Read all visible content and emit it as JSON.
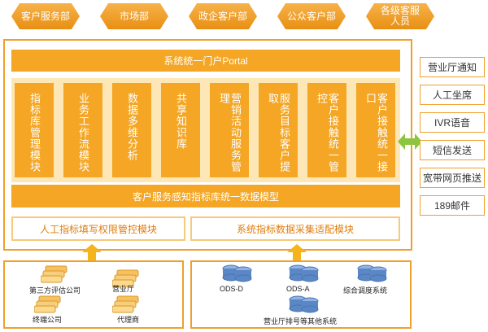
{
  "departments": [
    "客户服务部",
    "市场部",
    "政企客户部",
    "公众客户部",
    "各级客服人员"
  ],
  "portal": "系统统一门户Portal",
  "modules": [
    "指标库管理模块",
    "业务工作流模块",
    "数据多维分析",
    "共享知识库",
    "营销活动服务管理",
    "服务目标客户提取",
    "客户接触统一管控",
    "客户接触统一接口"
  ],
  "model": "客户服务感知指标库统一数据模型",
  "sub_modules": [
    "人工指标填写权限管控模块",
    "系统指标数据采集适配模块"
  ],
  "channels": [
    "营业厅通知",
    "人工坐席",
    "IVR语音",
    "短信发送",
    "宽带网页推送",
    "189邮件"
  ],
  "left_sources": [
    "第三方评估公司",
    "营业厅",
    "终端公司",
    "代理商"
  ],
  "right_sources": [
    "ODS-D",
    "ODS-A",
    "综合调度系统",
    "营业厅排号等其他系统"
  ],
  "colors": {
    "primary": "#f4a624",
    "border": "#f0a02a",
    "light_fill": "#fde7b6",
    "arrow": "#f5b31c",
    "double_arrow": "#8cc63f",
    "db_blue": "#5b87c5"
  }
}
